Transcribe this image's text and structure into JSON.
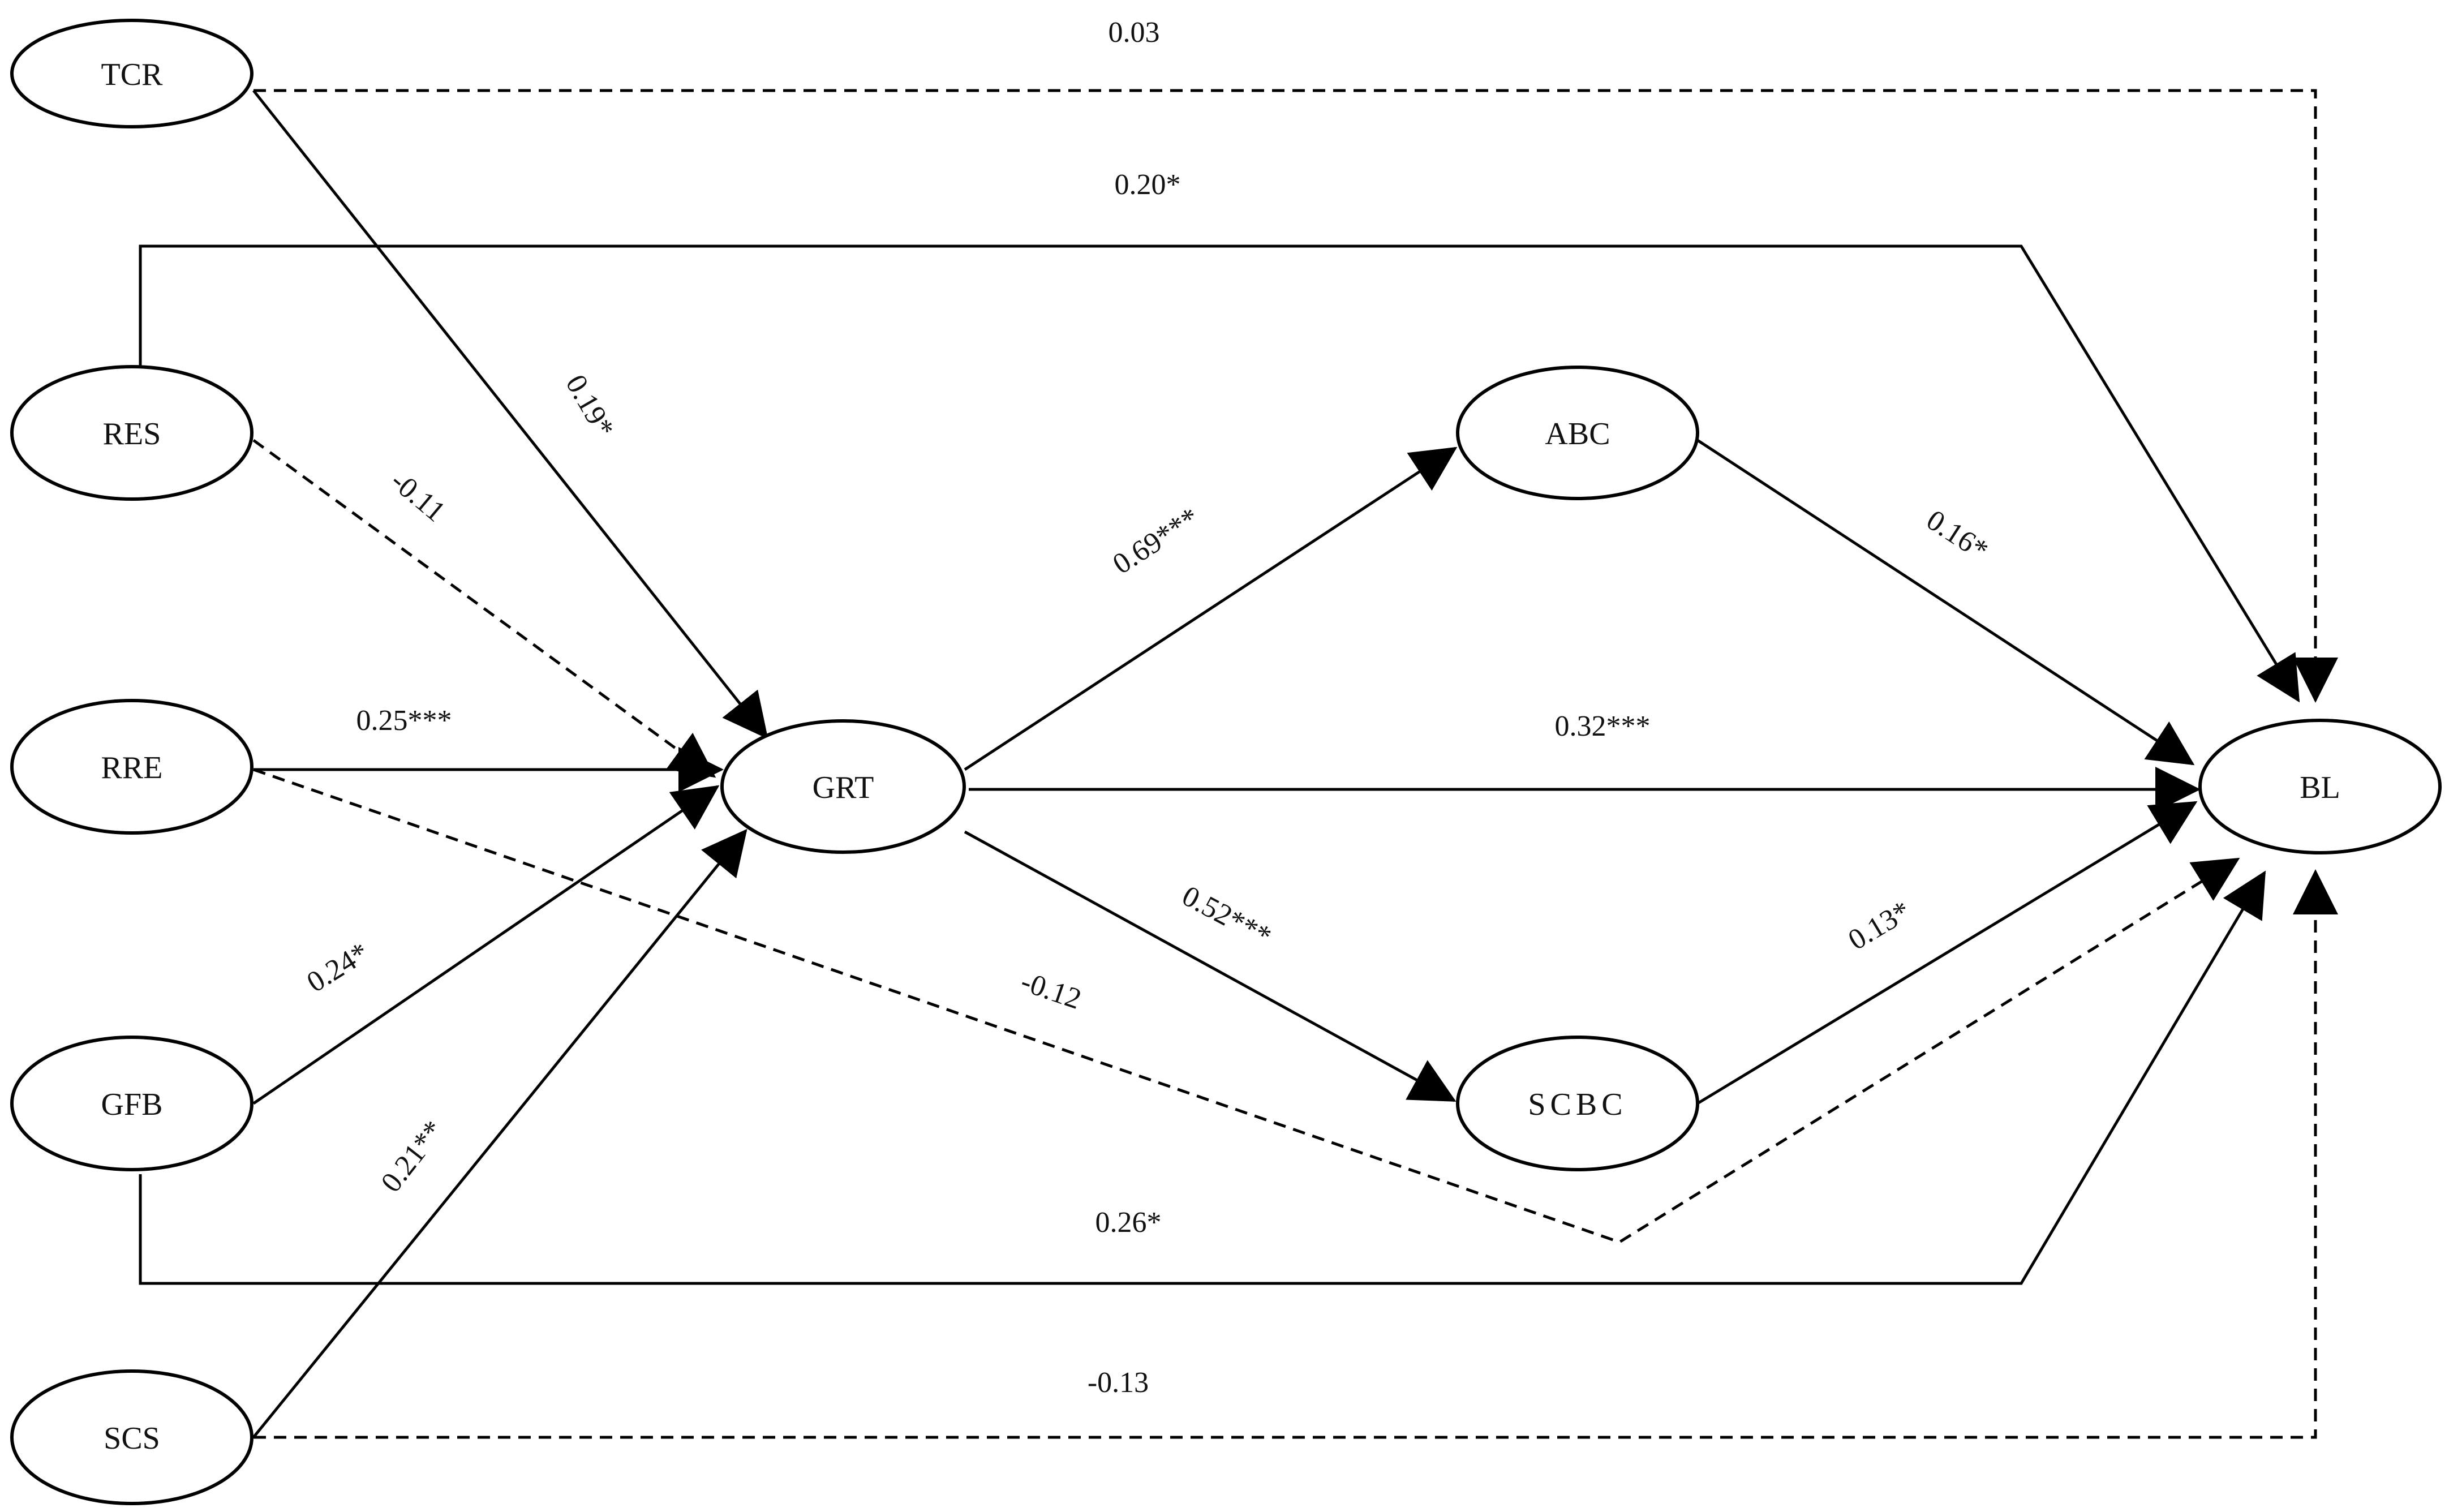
{
  "nodes": {
    "TCR": "TCR",
    "RES": "RES",
    "RRE": "RRE",
    "GFB": "GFB",
    "SCS": "SCS",
    "GRT": "GRT",
    "ABC": "ABC",
    "SCBC": "SCBC",
    "BL": "BL"
  },
  "edges": [
    {
      "id": "tcr-bl",
      "from": "TCR",
      "to": "BL",
      "label": "0.03",
      "style": "dashed"
    },
    {
      "id": "res-bl",
      "from": "RES",
      "to": "BL",
      "label": "0.20*",
      "style": "solid"
    },
    {
      "id": "tcr-grt",
      "from": "TCR",
      "to": "GRT",
      "label": "0.19*",
      "style": "solid"
    },
    {
      "id": "res-grt",
      "from": "RES",
      "to": "GRT",
      "label": "-0.11",
      "style": "dashed"
    },
    {
      "id": "rre-grt",
      "from": "RRE",
      "to": "GRT",
      "label": "0.25***",
      "style": "solid"
    },
    {
      "id": "gfb-grt",
      "from": "GFB",
      "to": "GRT",
      "label": "0.24*",
      "style": "solid"
    },
    {
      "id": "scs-grt",
      "from": "SCS",
      "to": "GRT",
      "label": "0.21**",
      "style": "solid"
    },
    {
      "id": "grt-abc",
      "from": "GRT",
      "to": "ABC",
      "label": "0.69***",
      "style": "solid"
    },
    {
      "id": "grt-bl",
      "from": "GRT",
      "to": "BL",
      "label": "0.32***",
      "style": "solid"
    },
    {
      "id": "grt-scbc",
      "from": "GRT",
      "to": "SCBC",
      "label": "0.52***",
      "style": "solid"
    },
    {
      "id": "abc-bl",
      "from": "ABC",
      "to": "BL",
      "label": "0.16*",
      "style": "solid"
    },
    {
      "id": "scbc-bl",
      "from": "SCBC",
      "to": "BL",
      "label": "0.13*",
      "style": "solid"
    },
    {
      "id": "rre-bl",
      "from": "RRE",
      "to": "BL",
      "label": "-0.12",
      "style": "dashed"
    },
    {
      "id": "gfb-bl",
      "from": "GFB",
      "to": "BL",
      "label": "0.26*",
      "style": "solid"
    },
    {
      "id": "scs-bl",
      "from": "SCS",
      "to": "BL",
      "label": "-0.13",
      "style": "dashed"
    }
  ],
  "colors": {
    "line": "#000000",
    "background": "#ffffff"
  }
}
